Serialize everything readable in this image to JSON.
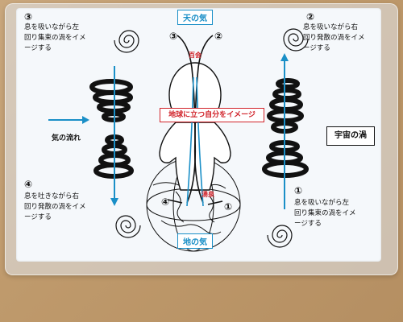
{
  "top_label": "天の気",
  "bottom_label": "地の気",
  "center_text": "地球に立つ自分をイメージ",
  "cosmic_label": "宇宙の渦",
  "flow_label": "気の流れ",
  "small_red_top": "百会",
  "small_red_bottom": "湧泉",
  "numbers": {
    "n1": "①",
    "n2": "②",
    "n3": "③",
    "n4": "④"
  },
  "instructions": {
    "top_left": "息を吸いながら左\n回り集束の渦をイメ\nージする",
    "top_right": "息を吸いながら右\n回り発散の渦をイメ\nージする",
    "bottom_left": "息を吐きながら右\n回り発散の渦をイメ\nージする",
    "bottom_right": "息を吸いながら左\n回り集束の渦をイメ\nージする"
  },
  "colors": {
    "accent_blue": "#1a8fc7",
    "accent_red": "#d1232a",
    "card": "#f5f8fb"
  }
}
